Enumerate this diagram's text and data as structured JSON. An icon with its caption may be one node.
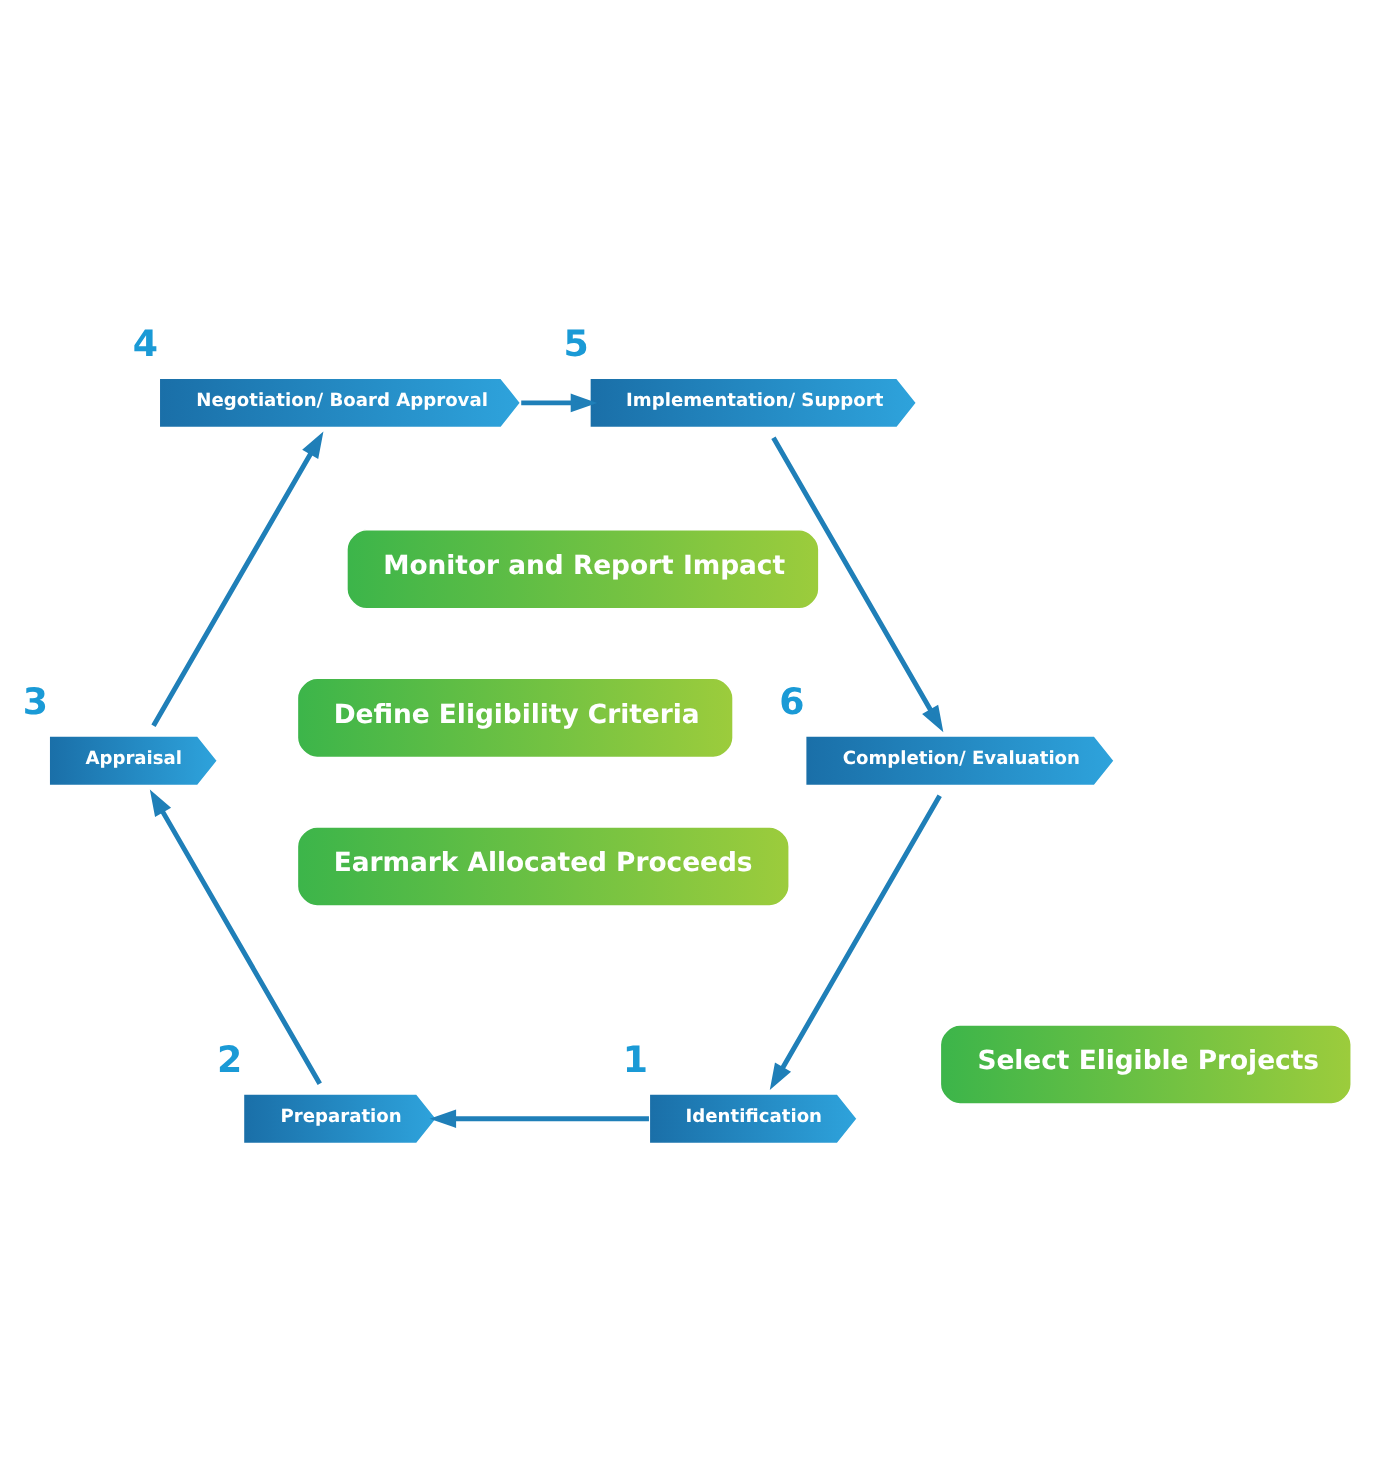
{
  "diagram": {
    "nodes": [
      {
        "text": [
          "Monitor and Report Impact"
        ]
      },
      {
        "text": [
          "Define Eligibility Criteria"
        ]
      },
      {
        "text": [
          "Earmark Allocated Proceeds"
        ]
      },
      {
        "text": [
          "Select Eligible Projects"
        ]
      },
      {
        "text": [
          "Identification"
        ],
        "beside": [
          "1"
        ]
      },
      {
        "text": [
          "Preparation"
        ],
        "beside": [
          "2"
        ]
      },
      {
        "text": [
          "Appraisal"
        ],
        "beside": [
          "3"
        ]
      },
      {
        "text": [
          "Negotiation/ Board Approval"
        ],
        "beside": [
          "4"
        ]
      },
      {
        "text": [
          "Implementation/ Support"
        ],
        "beside": [
          "5"
        ]
      },
      {
        "text": [
          "Completion/ Evaluation"
        ],
        "beside": [
          "6"
        ]
      }
    ],
    "edges": [
      {
        "from": 4,
        "to": 5,
        "arrow": "to"
      },
      {
        "from": 5,
        "to": 6,
        "arrow": "to"
      },
      {
        "from": 6,
        "to": 7,
        "arrow": "to"
      },
      {
        "from": 7,
        "to": 8,
        "arrow": "to"
      },
      {
        "from": 8,
        "to": 9,
        "arrow": "to"
      },
      {
        "from": 9,
        "to": 4,
        "arrow": "to"
      }
    ]
  }
}
